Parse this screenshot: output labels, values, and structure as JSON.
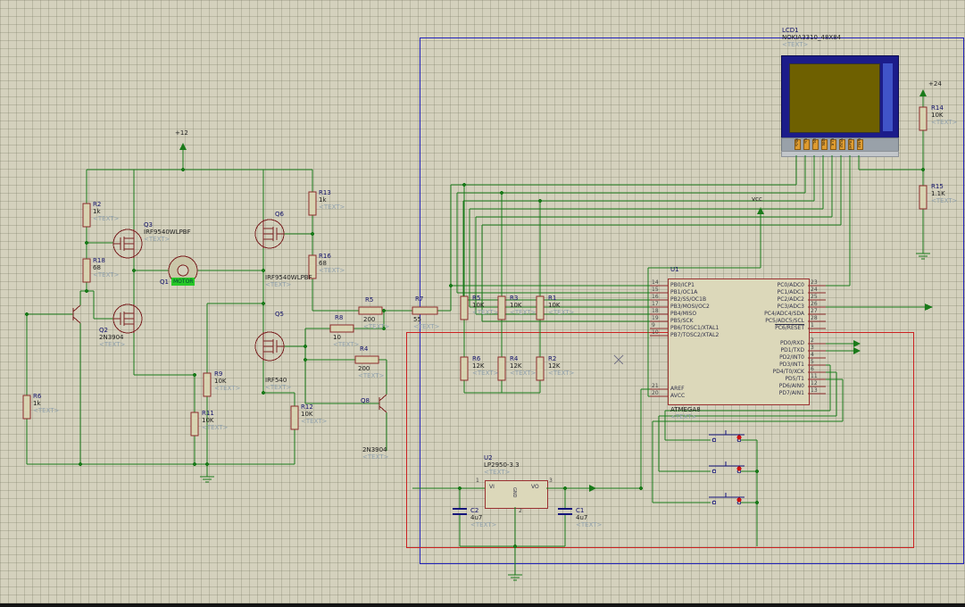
{
  "app": {
    "name": "Proteus ISIS schematic sheet",
    "colors": {
      "background": "#d4d1bd",
      "wire_green": "#1a7a1a",
      "device_outline": "#8b2a2a",
      "box_blue": "#2222bb",
      "box_red": "#cc2222",
      "lcd_frame": "#1c1c8a",
      "lcd_screen": "#6e6000",
      "lcd_pin_orange": "#de9b30",
      "highlight_green": "#28c828",
      "button_dot_red": "#cc1111"
    }
  },
  "power": {
    "p12": "+12",
    "vcc": "vcc",
    "p24": "+24"
  },
  "parts": {
    "r2": {
      "ref": "R2",
      "val": "1k",
      "txt": "<TEXT>"
    },
    "r18": {
      "ref": "R18",
      "val": "68",
      "txt": "<TEXT>"
    },
    "r6l": {
      "ref": "R6",
      "val": "1k",
      "txt": "<TEXT>"
    },
    "r13": {
      "ref": "R13",
      "val": "1k",
      "txt": "<TEXT>"
    },
    "r16": {
      "ref": "R16",
      "val": "68",
      "txt": "<TEXT>"
    },
    "r9": {
      "ref": "R9",
      "val": "10K",
      "txt": "<TEXT>"
    },
    "r11": {
      "ref": "R11",
      "val": "10K",
      "txt": "<TEXT>"
    },
    "r12": {
      "ref": "R12",
      "val": "10K",
      "txt": "<TEXT>"
    },
    "r5a": {
      "ref": "R5",
      "val": "200",
      "txt": "<TEXT>"
    },
    "r8": {
      "ref": "R8",
      "val": "10",
      "txt": "<TEXT>"
    },
    "r4a": {
      "ref": "R4",
      "val": "200",
      "txt": "<TEXT>"
    },
    "r7": {
      "ref": "R7",
      "val": "55",
      "txt": "<TEXT>"
    },
    "r5b": {
      "ref": "R5",
      "val": "10K",
      "txt": "<TEXT>"
    },
    "r3": {
      "ref": "R3",
      "val": "10K",
      "txt": "<TEXT>"
    },
    "r1": {
      "ref": "R1",
      "val": "10K",
      "txt": "<TEXT>"
    },
    "r6b": {
      "ref": "R6",
      "val": "12K",
      "txt": "<TEXT>"
    },
    "r4b": {
      "ref": "R4",
      "val": "12K",
      "txt": "<TEXT>"
    },
    "r2b": {
      "ref": "R2",
      "val": "12K",
      "txt": "<TEXT>"
    },
    "r14": {
      "ref": "R14",
      "val": "10K",
      "txt": "<TEXT>"
    },
    "r15": {
      "ref": "R15",
      "val": "1.1K",
      "txt": "<TEXT>"
    },
    "q3": {
      "ref": "Q3",
      "val": "IRF9540WLPBF",
      "txt": "<TEXT>"
    },
    "q6": {
      "ref": "Q6",
      "val": "IRF9540WLPBF",
      "txt": "<TEXT>"
    },
    "q2": {
      "ref": "Q2",
      "val": "2N3904",
      "txt": "<TEXT>"
    },
    "q5": {
      "ref": "Q5",
      "val": "IRF540",
      "txt": "<TEXT>"
    },
    "q8": {
      "ref": "Q8",
      "val": "2N3904",
      "txt": "<TEXT>"
    },
    "q1": {
      "ref": "Q1",
      "val": "MOTOR"
    },
    "c1": {
      "ref": "C1",
      "val": "4u7",
      "txt": "<TEXT>"
    },
    "c2": {
      "ref": "C2",
      "val": "4u7",
      "txt": "<TEXT>"
    }
  },
  "u1": {
    "ref": "U1",
    "value": "ATMEGA8",
    "txt": "<TEXT>",
    "left_pins": [
      {
        "num": "14",
        "name": "PB0/ICP1"
      },
      {
        "num": "15",
        "name": "PB1/OC1A"
      },
      {
        "num": "16",
        "name": "PB2/SS/OC1B"
      },
      {
        "num": "17",
        "name": "PB3/MOSI/OC2"
      },
      {
        "num": "18",
        "name": "PB4/MISO"
      },
      {
        "num": "19",
        "name": "PB5/SCK"
      },
      {
        "num": "9",
        "name": "PB6/TOSC1/XTAL1"
      },
      {
        "num": "10",
        "name": "PB7/TOSC2/XTAL2"
      }
    ],
    "analog_pins": [
      {
        "num": "21",
        "name": "AREF"
      },
      {
        "num": "20",
        "name": "AVCC"
      }
    ],
    "pc_pins": [
      {
        "num": "23",
        "name": "PC0/ADC0"
      },
      {
        "num": "24",
        "name": "PC1/ADC1"
      },
      {
        "num": "25",
        "name": "PC2/ADC2"
      },
      {
        "num": "26",
        "name": "PC3/ADC3"
      },
      {
        "num": "27",
        "name": "PC4/ADC4/SDA"
      },
      {
        "num": "28",
        "name": "PC5/ADC5/SCL"
      },
      {
        "num": "1",
        "name": "PC6/RESET"
      }
    ],
    "pd_pins": [
      {
        "num": "2",
        "name": "PD0/RXD"
      },
      {
        "num": "3",
        "name": "PD1/TXD"
      },
      {
        "num": "4",
        "name": "PD2/INT0"
      },
      {
        "num": "5",
        "name": "PD3/INT1"
      },
      {
        "num": "6",
        "name": "PD4/T0/XCK"
      },
      {
        "num": "11",
        "name": "PD5/T1"
      },
      {
        "num": "12",
        "name": "PD6/AIN0"
      },
      {
        "num": "13",
        "name": "PD7/AIN1"
      }
    ]
  },
  "u2": {
    "ref": "U2",
    "value": "LP2950-3.3",
    "txt": "<TEXT>",
    "pin_vi": "VI",
    "pin_vo": "VO",
    "pin_gnd": "GND",
    "num_vi": "1",
    "num_vo": "3",
    "num_gnd": "2"
  },
  "lcd": {
    "ref": "LCD1",
    "value": "NOKIA3310_48X84",
    "txt": "<TEXT>",
    "pins": [
      "RES",
      "CE",
      "DC",
      "DIN",
      "CLK",
      "VDD",
      "LIGHT",
      "GND"
    ]
  }
}
